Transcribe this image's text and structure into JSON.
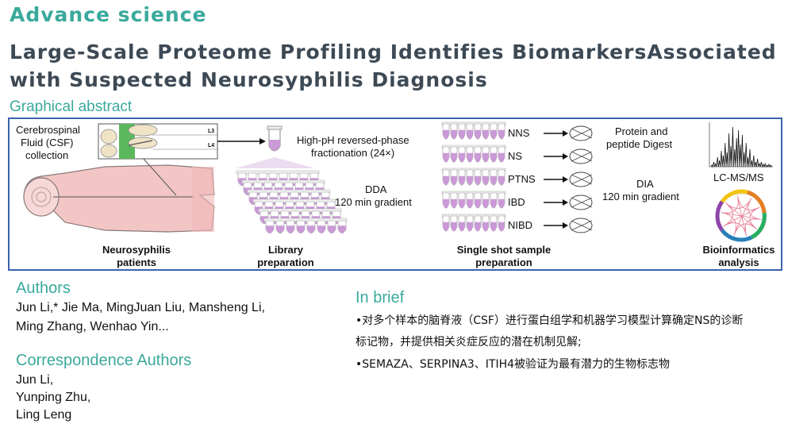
{
  "journal": "Advance science",
  "title": "Large-Scale Proteome Profiling Identifies BiomarkersAssociated with Suspected Neurosyphilis Diagnosis",
  "graphical_abstract": {
    "label": "Graphical abstract",
    "csf_label": [
      "Cerebrospinal",
      "Fluid (CSF)",
      "collection"
    ],
    "vertebra_labels": [
      "L3",
      "L4"
    ],
    "fractionation": [
      "High-pH reversed-phase",
      "fractionation (24×)"
    ],
    "dda": [
      "DDA",
      "120 min gradient"
    ],
    "groups": [
      "NNS",
      "NS",
      "PTNS",
      "IBD",
      "NIBD"
    ],
    "digest": [
      "Protein and",
      "peptide Digest"
    ],
    "dia": [
      "DIA",
      "120 min gradient"
    ],
    "lcms": "LC-MS/MS",
    "stages": [
      [
        "Neurosyphilis",
        "patients"
      ],
      [
        "Library",
        "preparation"
      ],
      [
        "Single shot sample",
        "preparation"
      ],
      [
        "Bioinformatics",
        "analysis"
      ]
    ],
    "colors": {
      "tube": "#c99ad6",
      "body": "#f3c6c6",
      "spine": "#5cb85c",
      "frame": "#3a63ad"
    }
  },
  "authors": {
    "heading": "Authors",
    "lines": [
      "Jun Li,* Jie Ma, MingJuan Liu, Mansheng Li,",
      "Ming Zhang, Wenhao Yin..."
    ]
  },
  "correspondence": {
    "heading": "Correspondence Authors",
    "names": [
      "Jun Li,",
      "Yunping Zhu,",
      "Ling Leng"
    ]
  },
  "in_brief": {
    "heading": "In brief",
    "lines": [
      "•对多个样本的脑脊液（CSF）进行蛋白组学和机器学习模型计算确定NS的诊断",
      "标记物，并提供相关炎症反应的潜在机制见解;",
      "•SEMAZA、SERPINA3、ITIH4被验证为最有潜力的生物标志物"
    ]
  }
}
